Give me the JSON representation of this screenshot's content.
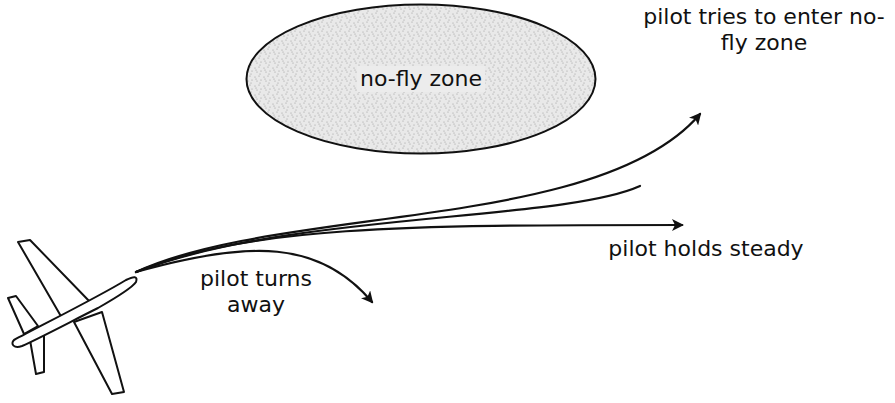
{
  "diagram": {
    "nodes": [
      {
        "text": [
          "no-fly zone"
        ]
      }
    ],
    "labels": [
      "pilot tries to enter no-fly zone",
      "pilot holds steady",
      "pilot turns away"
    ]
  }
}
